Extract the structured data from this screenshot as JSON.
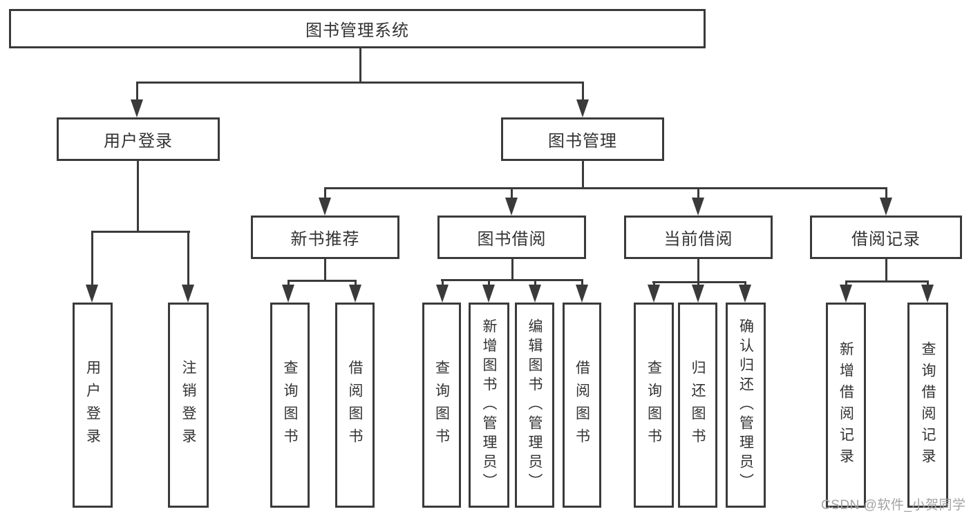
{
  "diagram": {
    "title_node": {
      "label": "图书管理系统"
    },
    "level2": {
      "user_login": {
        "label": "用户登录"
      },
      "book_mgmt": {
        "label": "图书管理"
      }
    },
    "level3": {
      "new_books": {
        "label": "新书推荐"
      },
      "book_borrow": {
        "label": "图书借阅"
      },
      "current_borrow": {
        "label": "当前借阅"
      },
      "borrow_records": {
        "label": "借阅记录"
      }
    },
    "leaves": {
      "user_login_leaf": {
        "label": "用户登录"
      },
      "logout": {
        "label": "注销登录"
      },
      "nb_query": {
        "label": "查询图书"
      },
      "nb_borrow": {
        "label": "借阅图书"
      },
      "bb_query": {
        "label": "查询图书"
      },
      "bb_add": {
        "label": "新增图书（管理员）"
      },
      "bb_edit": {
        "label": "编辑图书（管理员）"
      },
      "bb_borrow": {
        "label": "借阅图书"
      },
      "cb_query": {
        "label": "查询图书"
      },
      "cb_return": {
        "label": "归还图书"
      },
      "cb_confirm": {
        "label": "确认归还（管理员）"
      },
      "br_add": {
        "label": "新增借阅记录"
      },
      "br_query": {
        "label": "查询借阅记录"
      }
    },
    "watermark": {
      "text": "CSDN @软件_小贺同学"
    },
    "colors": {
      "line": "#3a3a3a",
      "text": "#333333",
      "watermark": "#a3a3a3",
      "background": "#ffffff"
    }
  }
}
